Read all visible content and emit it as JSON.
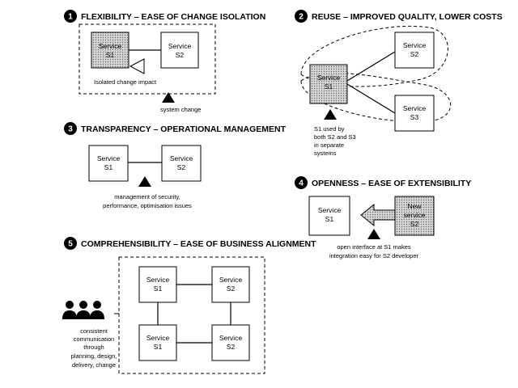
{
  "panels": {
    "flexibility": {
      "number": "1",
      "heading": "FLEXIBILITY – EASE OF CHANGE ISOLATION",
      "s1": [
        "Service",
        "S1"
      ],
      "s2": [
        "Service",
        "S2"
      ],
      "caption_inner": "Isolated change impact",
      "caption_outer": "system change"
    },
    "reuse": {
      "number": "2",
      "heading": "REUSE – IMPROVED QUALITY, LOWER COSTS",
      "s1": [
        "Service",
        "S1"
      ],
      "s2": [
        "Service",
        "S2"
      ],
      "s3": [
        "Service",
        "S3"
      ],
      "caption": [
        "S1 used by",
        "both S2 and S3",
        "in separate",
        "systems"
      ]
    },
    "transparency": {
      "number": "3",
      "heading": "TRANSPARENCY – OPERATIONAL MANAGEMENT",
      "s1": [
        "Service",
        "S1"
      ],
      "s2": [
        "Service",
        "S2"
      ],
      "caption": [
        "management of security,",
        "performance, optimisation issues"
      ]
    },
    "openness": {
      "number": "4",
      "heading": "OPENNESS – EASE OF EXTENSIBILITY",
      "s1": [
        "Service",
        "S1"
      ],
      "s2": [
        "New",
        "service",
        "S2"
      ],
      "caption": [
        "open interface at S1 makes",
        "integration easy for S2 developer"
      ]
    },
    "comprehensibility": {
      "number": "5",
      "heading": "COMPREHENSIBILITY – EASE OF BUSINESS ALIGNMENT",
      "tl": [
        "Service",
        "S1"
      ],
      "tr": [
        "Service",
        "S2"
      ],
      "bl": [
        "Service",
        "S1"
      ],
      "br": [
        "Service",
        "S2"
      ],
      "caption": [
        "consistent",
        "communication",
        "through",
        "planning, design,",
        "delivery, change"
      ]
    }
  },
  "colors": {
    "stroke": "#000000",
    "fill": "#ffffff",
    "highlight_fill": "#d0d0d0",
    "badge": "#000000"
  },
  "icons": {
    "change_marker": "triangle-icon",
    "interface_marker": "open-triangle-icon",
    "people": "people-icon",
    "arrow": "arrow-icon"
  }
}
